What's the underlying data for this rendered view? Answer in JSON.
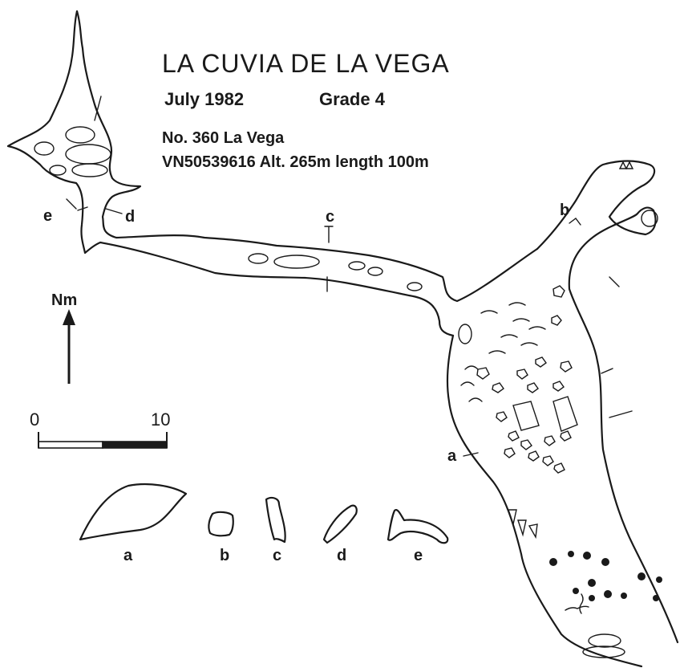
{
  "survey": {
    "title": "LA CUVIA DE LA VEGA",
    "date": "July 1982",
    "grade": "Grade 4",
    "number": "No. 360 La Vega",
    "reference": "VN50539616 Alt. 265m length 100m"
  },
  "north_arrow": {
    "label": "Nm"
  },
  "scale_bar": {
    "min_label": "0",
    "max_label": "10"
  },
  "station_labels": {
    "a": "a",
    "b": "b",
    "c": "c",
    "d": "d",
    "e": "e"
  },
  "cross_sections": [
    {
      "label": "a"
    },
    {
      "label": "b"
    },
    {
      "label": "c"
    },
    {
      "label": "d"
    },
    {
      "label": "e"
    }
  ],
  "colors": {
    "ink": "#1a1a1a",
    "paper": "#ffffff"
  }
}
